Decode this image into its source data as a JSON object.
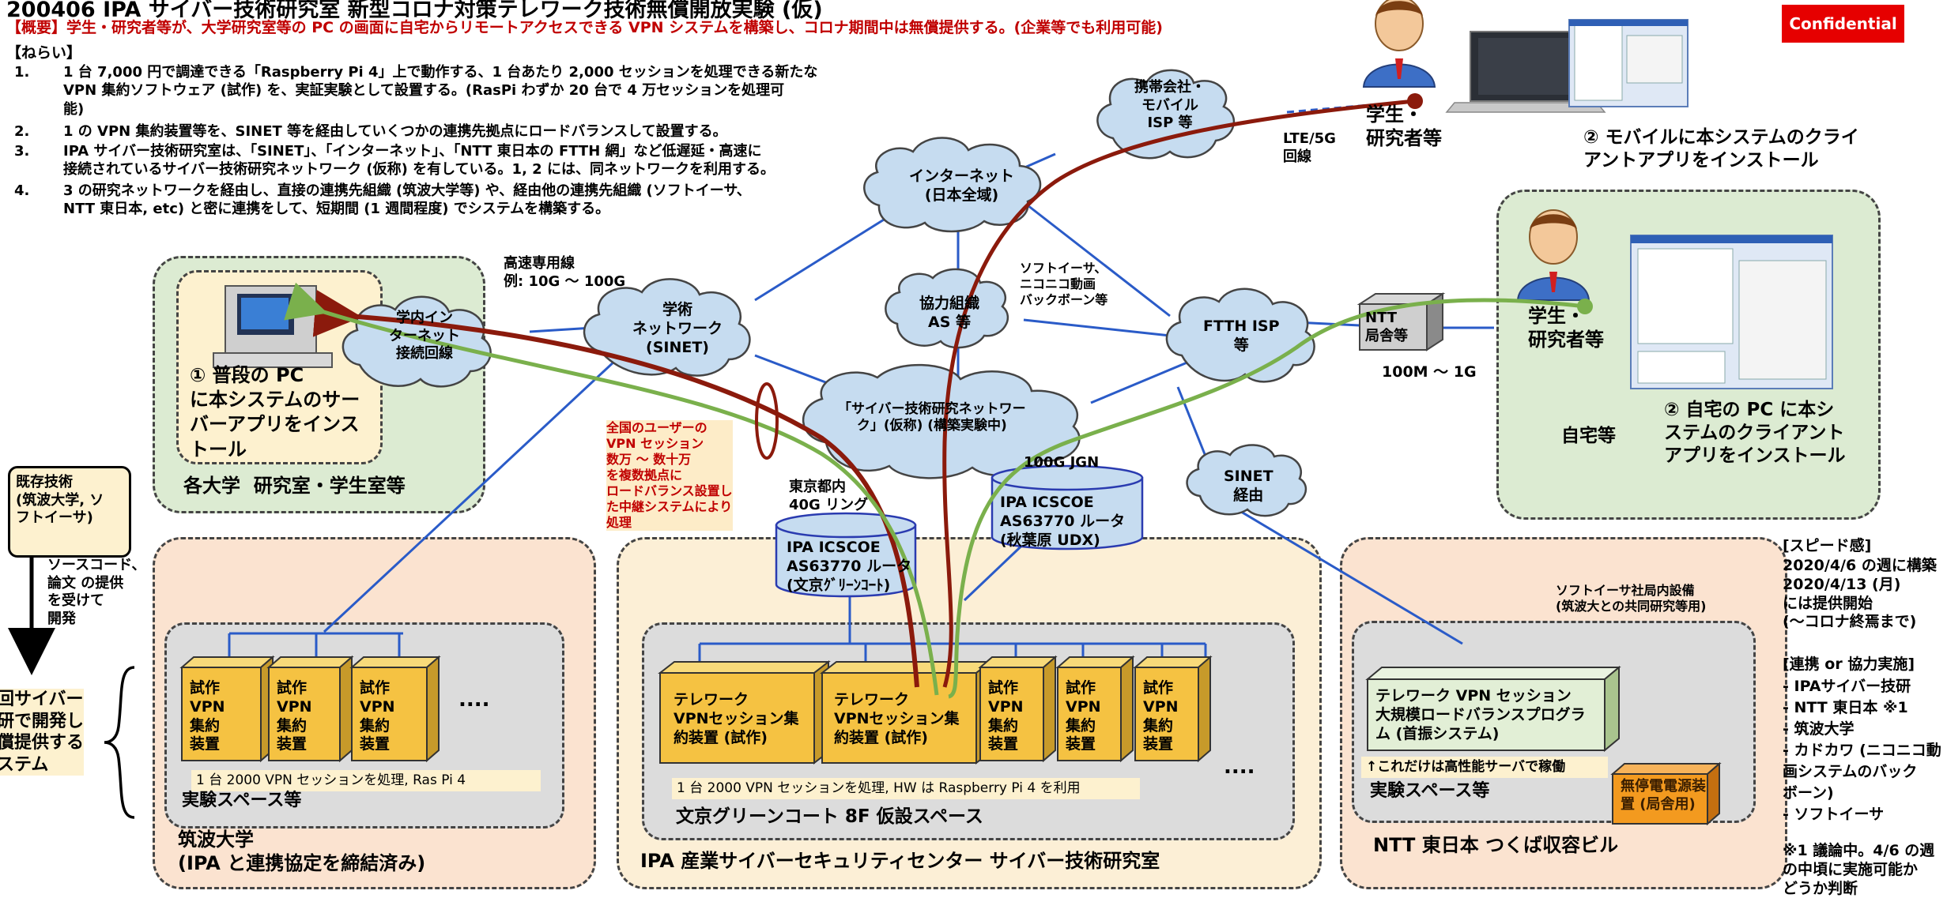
{
  "header": {
    "title": "200406 IPA サイバー技術研究室 新型コロナ対策テレワーク技術無償開放実験 (仮)",
    "summary": "【概要】学生・研究者等が、大学研究室等の PC の画面に自宅からリモートアクセスできる VPN システムを構築し、コロナ期間中は無償提供する。(企業等でも利用可能)",
    "confidential": "Confidential"
  },
  "aims": {
    "heading": "【ねらい】",
    "items": [
      {
        "num": "1.",
        "text": "1 台 7,000 円で調達できる「Raspberry Pi 4」上で動作する、1 台あたり 2,000 セッションを処理できる新たな\nVPN 集約ソフトウェア (試作) を、実証実験として設置する。(RasPi わずか 20 台で 4 万セッションを処理可\n能)"
      },
      {
        "num": "2.",
        "text": "1 の VPN 集約装置等を、SINET 等を経由していくつかの連携先拠点にロードバランスして設置する。"
      },
      {
        "num": "3.",
        "text": "IPA サイバー技術研究室は、「SINET」、「インターネット」、「NTT 東日本の FTTH 網」など低遅延・高速に\n接続されているサイバー技術研究ネットワーク (仮称) を有している。1, 2 には、同ネットワークを利用する。"
      },
      {
        "num": "4.",
        "text": "3 の研究ネットワークを経由し、直接の連携先組織 (筑波大学等) や、経由他の連携先組織 (ソフトイーサ、\nNTT 東日本, etc) と密に連携をして、短期間 (1 週間程度) でシステムを構築する。"
      }
    ]
  },
  "clouds": {
    "mobile": "携帯会社・\nモバイル\nISP 等",
    "internet": "インターネット\n(日本全域)",
    "kyoryoku": "協力組織\nAS 等",
    "campus": "学内イン\nターネット\n接続回線",
    "sinet": "学術\nネットワーク\n(SINET)",
    "ftth": "FTTH ISP\n等",
    "cyber": "「サイバー技術研究ネットワー\nク」(仮称) (構築実験中)",
    "sinet_via": "SINET\n経由"
  },
  "labels": {
    "lte": "LTE/5G\n回線",
    "student_mobile": "学生・\n研究者等",
    "mobile_install": "② モバイルに本システムのクライ\nアントアプリをインストール",
    "softether_bb": "ソフトイーサ、\nニコニコ動画\nバックボーン等",
    "ntt_office": "NTT\n局舎等",
    "student_home": "学生・\n研究者等",
    "speed_home": "100M ～ 1G",
    "home": "自宅等",
    "home_install": "② 自宅の PC に本シ\nステムのクライアント\nアプリをインストール",
    "highspeed": "高速専用線\n例: 10G ～ 100G",
    "pc_install": "① 普段の PC\nに本システムのサー\nバーアプリをインス\nトール",
    "univ": "各大学  研究室・学生室等",
    "vpn_note": "全国のユーザーの\nVPN セッション\n数万 ～ 数十万\nを複数拠点に\nロードバランス設置し\nた中継システムにより\n処理",
    "ring": "東京都内\n40G リング",
    "jgn": "100G JGN",
    "router1": "IPA ICSCOE\nAS63770 ルータ\n(文京ｸﾞﾘｰﾝｺｰﾄ)",
    "router2": "IPA ICSCOE\nAS63770 ルータ\n(秋葉原 UDX)",
    "existing": "既存技術\n(筑波大学, ソ\nフトイーサ)",
    "source": "ソースコード、\n論文 の提供\nを受けて\n開発",
    "left_partial": "回サイバー\n研で開発し\n償提供する\nステム",
    "dev": "試作\nVPN\n集約\n装置",
    "dots": "....",
    "dots2": "....",
    "tsukuba_note": "1 台 2000 VPN セッションを処理, Ras Pi 4",
    "tsukuba_space": "実験スペース等",
    "tsukuba_title": "筑波大学\n(IPA と連携協定を締結済み)",
    "telework_dev": "テレワーク\nVPNセッション集\n約装置 (試作)",
    "ipa_note": "1 台 2000 VPN セッションを処理, HW は Raspberry Pi 4 を利用",
    "ipa_space": "文京グリーンコート 8F 仮設スペース",
    "ipa_title": "IPA 産業サイバーセキュリティセンター サイバー技術研究室",
    "ntt_equipment": "ソフトイーサ社局内設備\n(筑波大との共同研究等用)",
    "lb_program": "テレワーク VPN セッション\n大規模ロードバランスプログラ\nム (首振システム)",
    "lb_note": "↑これだけは高性能サーバで稼働",
    "ntt_space": "実験スペース等",
    "ups": "無停電電源装\n置 (局舎用)",
    "ntt_title": "NTT 東日本 つくば収容ビル"
  },
  "sidebar": {
    "speed_title": "[スピード感]",
    "speed_text": "2020/4/6 の週に構築\n2020/4/13 (月)\nには提供開始\n(～コロナ終焉まで)",
    "partners_title": "[連携 or 協力実施]",
    "partners_text": "- IPAサイバー技研\n- NTT 東日本 ※1\n- 筑波大学\n- カドカワ (ニコニコ動\n画システムのバック\nボーン)\n- ソフトイーサ",
    "footnote": "※1 議論中。4/6 の週\nの中頃に実施可能か\nどうか判断"
  },
  "colors": {
    "cloud": "#c6dcf0",
    "green_path": "#7ab04c",
    "red_path": "#8b1a0c",
    "device": "#f5c242",
    "line": "#2a5bc8"
  }
}
